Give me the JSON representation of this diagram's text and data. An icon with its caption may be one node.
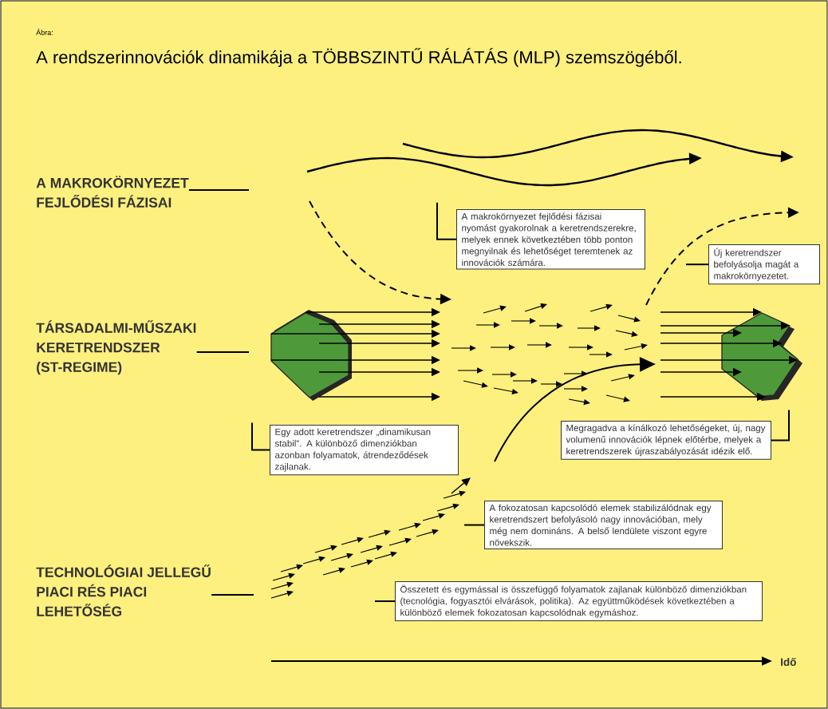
{
  "diagram": {
    "title": "A rendszerinnovációk dinamikája a TÖBBSZINTŰ RÁLÁTÁS (MLP) szemszögéből.",
    "nodes": [
      {
        "text": [
          "A MAKROKÖRNYEZET FEJLŐDÉSI FÁZISAI"
        ]
      },
      {
        "text": [
          "A makrokörnyezet fejlődési fázisai nyomást gyakorolnak a keretrendszerekre, melyek ennek következtében több ponton megnyilnak és lehetőséget teremtenek az innovációk számára."
        ]
      },
      {
        "text": [
          "Új keretrendszer befolyásolja magát a makrokörnyezetet."
        ]
      },
      {
        "text": [
          "TÁRSADALMI-MŰSZAKI KERETRENDSZER (ST-REGIME)"
        ]
      },
      {
        "text": [
          "Egy adott keretrendszer „dinamikusan stabil”. A különböző dimenziókban azonban folyamatok, átrendeződések zajlanak."
        ]
      },
      {
        "text": [
          "Megragadva a kínálkozó lehetőségeket, új, nagy volumenű innovációk lépnek előtérbe, melyek a keretrendszerek újraszabályozását idézik elő."
        ]
      },
      {
        "text": [
          "A fokozatosan kapcsolódó elemek stabilizálódnak egy keretrendszert befolyásoló nagy innovációban, mely még nem domináns. A belső lendülete viszont egyre növekszik."
        ]
      },
      {
        "text": [
          "TECHNOLÓGIAI JELLEGŰ PIACI RÉS PIACI LEHETŐSÉG"
        ]
      },
      {
        "text": [
          "Összetett és egymással is összefüggő folyamatok zajlanak különböző dimenziókban (tecnológia, fogyasztói elvárások, politika). Az együttműködések következtében a különböző elemek fokozatosan kapcsolódnak egymáshoz."
        ]
      }
    ],
    "edges": [
      {
        "from": 0,
        "to": null,
        "arrow": "none"
      },
      {
        "from": 1,
        "to": null,
        "arrow": "none"
      },
      {
        "from": 2,
        "to": null,
        "arrow": "none"
      },
      {
        "from": 3,
        "to": null,
        "arrow": "none"
      },
      {
        "from": 4,
        "to": null,
        "arrow": "none"
      },
      {
        "from": 5,
        "to": null,
        "arrow": "none"
      },
      {
        "from": 6,
        "to": null,
        "arrow": "none"
      },
      {
        "from": 7,
        "to": null,
        "arrow": "none"
      },
      {
        "from": 8,
        "to": null,
        "arrow": "none"
      }
    ],
    "labels": [
      "Ábra:",
      "Idő"
    ]
  }
}
